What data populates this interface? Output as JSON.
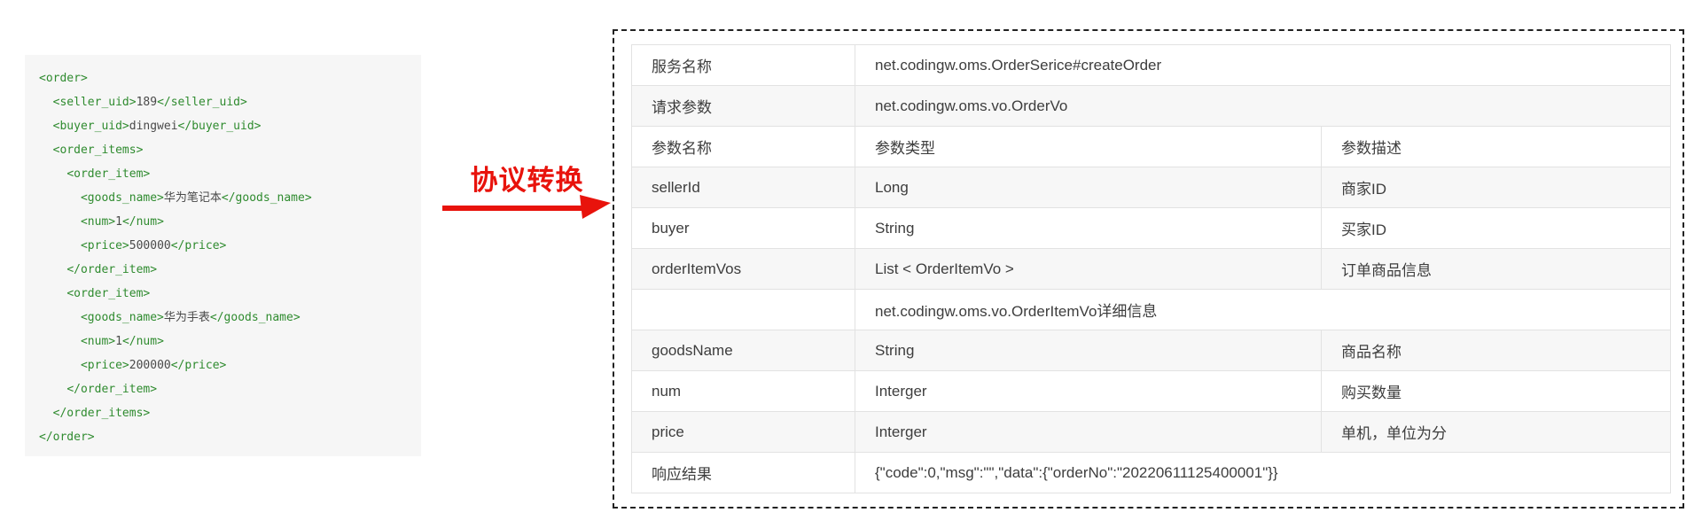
{
  "colors": {
    "accent_red": "#e8130c",
    "xml_tag_green": "#2f8b2f",
    "code_panel_bg": "#f6f6f6",
    "table_border": "#e2e2e2",
    "row_alt_bg": "#f7f7f7",
    "text_dark": "#3d3d3d"
  },
  "code_panel": {
    "xml": "<order>\n  <seller_uid>189</seller_uid>\n  <buyer_uid>dingwei</buyer_uid>\n  <order_items>\n    <order_item>\n      <goods_name>华为笔记本</goods_name>\n      <num>1</num>\n      <price>500000</price>\n    </order_item>\n    <order_item>\n      <goods_name>华为手表</goods_name>\n      <num>1</num>\n      <price>200000</price>\n    </order_item>\n  </order_items>\n</order>"
  },
  "arrow": {
    "label": "协议转换"
  },
  "table": {
    "rows": [
      {
        "cells": [
          {
            "text": "服务名称"
          },
          {
            "text": "net.codingw.oms.OrderSerice#createOrder",
            "colspan": 2
          }
        ]
      },
      {
        "cells": [
          {
            "text": "请求参数"
          },
          {
            "text": "net.codingw.oms.vo.OrderVo",
            "colspan": 2
          }
        ]
      },
      {
        "cells": [
          {
            "text": "参数名称"
          },
          {
            "text": "参数类型"
          },
          {
            "text": "参数描述"
          }
        ]
      },
      {
        "cells": [
          {
            "text": "sellerId"
          },
          {
            "text": "Long"
          },
          {
            "text": "商家ID"
          }
        ]
      },
      {
        "cells": [
          {
            "text": "buyer"
          },
          {
            "text": "String"
          },
          {
            "text": "买家ID"
          }
        ]
      },
      {
        "cells": [
          {
            "text": "orderItemVos"
          },
          {
            "text": "List < OrderItemVo >"
          },
          {
            "text": "订单商品信息"
          }
        ]
      },
      {
        "cells": [
          {
            "text": ""
          },
          {
            "text": "net.codingw.oms.vo.OrderItemVo详细信息",
            "colspan": 2
          }
        ]
      },
      {
        "cells": [
          {
            "text": "goodsName"
          },
          {
            "text": "String"
          },
          {
            "text": "商品名称"
          }
        ]
      },
      {
        "cells": [
          {
            "text": "num"
          },
          {
            "text": "Interger"
          },
          {
            "text": "购买数量"
          }
        ]
      },
      {
        "cells": [
          {
            "text": "price"
          },
          {
            "text": "Interger"
          },
          {
            "text": "单机，单位为分"
          }
        ]
      },
      {
        "cells": [
          {
            "text": "响应结果"
          },
          {
            "text": "{\"code\":0,\"msg\":\"\",\"data\":{\"orderNo\":\"20220611125400001\"}}",
            "colspan": 2
          }
        ]
      }
    ]
  }
}
